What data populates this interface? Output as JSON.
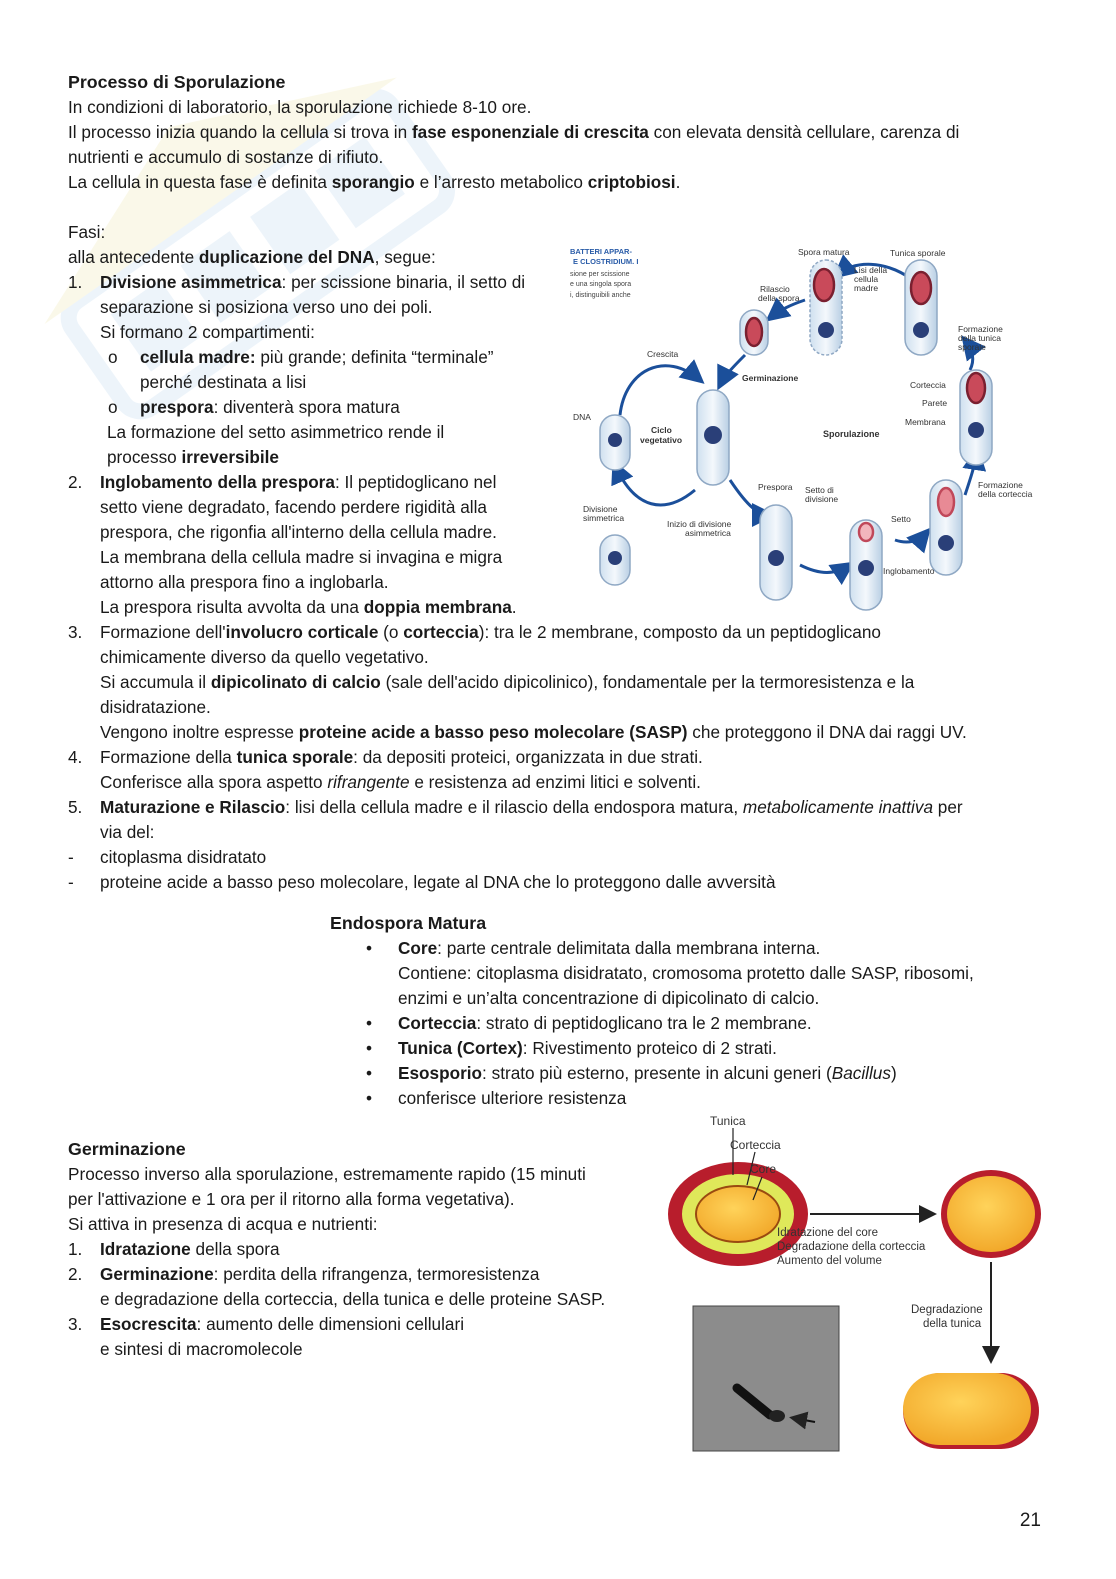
{
  "sporulation": {
    "title": "Processo di Sporulazione",
    "p1": "In condizioni di laboratorio, la sporulazione richiede 8-10 ore.",
    "p2a": "Il processo inizia quando la cellula si trova in ",
    "p2b": "fase esponenziale di crescita",
    "p2c": " con elevata densità cellulare, carenza di",
    "p2d": "nutrienti e accumulo di sostanze di rifiuto.",
    "p3a": "La cellula in questa fase è definita ",
    "p3b": "sporangio",
    "p3c": " e l’arresto metabolico ",
    "p3d": "criptobiosi",
    "p3e": ".",
    "fasi": "Fasi:",
    "p4a": "alla antecedente ",
    "p4b": "duplicazione del DNA",
    "p4c": ", segue:",
    "s1n": "1.",
    "s1a": "Divisione asimmetrica",
    "s1b": ": per scissione binaria, il setto di",
    "s1c": "separazione si posiziona verso uno dei poli.",
    "s1d": "Si formano 2 compartimenti:",
    "s1e_bullet": "o",
    "s1e_a": "cellula madre:",
    "s1e_b": " più grande; definita “terminale”",
    "s1e_c": "perché destinata a lisi",
    "s1f_bullet": "o",
    "s1f_a": "prespora",
    "s1f_b": ": diventerà spora matura",
    "s1g": "La formazione del setto asimmetrico rende il",
    "s1h_a": "processo ",
    "s1h_b": "irreversibile",
    "s2n": "2.",
    "s2a": "Inglobamento della prespora",
    "s2b": ": Il peptidoglicano nel",
    "s2c": "setto viene degradato, facendo perdere rigidità alla",
    "s2d": "prespora, che rigonfia all'interno della cellula madre.",
    "s2e": "La membrana della cellula madre si invagina e migra",
    "s2f": "attorno alla prespora fino a inglobarla.",
    "s2g_a": "La prespora risulta avvolta da una ",
    "s2g_b": "doppia membrana",
    "s2g_c": ".",
    "s3n": "3.",
    "s3a": "Formazione dell'",
    "s3b": "involucro corticale",
    "s3c": " (o ",
    "s3d": "corteccia",
    "s3e": "): tra le 2 membrane, composto da un peptidoglicano",
    "s3f": "chimicamente diverso da quello vegetativo.",
    "s3g_a": "Si accumula il ",
    "s3g_b": "dipicolinato di calcio",
    "s3g_c": " (sale dell'acido dipicolinico), fondamentale per la termoresistenza e la",
    "s3h": "disidratazione.",
    "s3i_a": "Vengono inoltre espresse ",
    "s3i_b": "proteine acide a basso peso molecolare (SASP)",
    "s3i_c": " che proteggono il DNA dai raggi UV.",
    "s4n": "4.",
    "s4a": "Formazione della ",
    "s4b": "tunica sporale",
    "s4c": ": da depositi proteici, organizzata in due strati.",
    "s4d_a": "Conferisce alla spora aspetto ",
    "s4d_b": "rifrangente",
    "s4d_c": " e resistenza ad enzimi litici e solventi.",
    "s5n": "5.",
    "s5a": "Maturazione e Rilascio",
    "s5b": ": lisi della cellula madre e il rilascio della endospora matura, ",
    "s5c": "metabolicamente inattiva",
    "s5d": " per",
    "s5e": "via del:",
    "d1n": "-",
    "d1": "citoplasma disidratato",
    "d2n": "-",
    "d2": "proteine acide a basso peso molecolare, legate al DNA che lo proteggono dalle avversità"
  },
  "endospora": {
    "title": "Endospora Matura",
    "bullet": "•",
    "b1a": "Core",
    "b1b": ": parte centrale delimitata dalla membrana interna.",
    "b1c": "Contiene: citoplasma disidratato, cromosoma protetto dalle SASP, ribosomi,",
    "b1d": "enzimi e un’alta concentrazione di dipicolinato di calcio.",
    "b2a": "Corteccia",
    "b2b": ": strato di peptidoglicano tra le 2 membrane.",
    "b3a": "Tunica (Cortex)",
    "b3b": ": Rivestimento proteico di 2 strati.",
    "b4a": "Esosporio",
    "b4b": ": strato più esterno, presente in alcuni generi (",
    "b4c": "Bacillus",
    "b4d": ")",
    "b5": "conferisce ulteriore resistenza"
  },
  "germinazione": {
    "title": "Germinazione",
    "p1": "Processo inverso alla sporulazione, estremamente rapido (15 minuti",
    "p2": "per l'attivazione e 1 ora per il ritorno alla forma vegetativa).",
    "p3": "Si attiva in presenza di acqua e nutrienti:",
    "s1n": "1.",
    "s1a": "Idratazione",
    "s1b": " della spora",
    "s2n": "2.",
    "s2a": "Germinazione",
    "s2b": ": perdita della rifrangenza, termoresistenza",
    "s2c": "e degradazione della corteccia, della tunica e delle proteine SASP.",
    "s3n": "3.",
    "s3a": "Esocrescita",
    "s3b": ": aumento delle dimensioni cellulari",
    "s3c": "e sintesi di macromolecole"
  },
  "figure1": {
    "inset_title": "BATTERI APPAR-",
    "inset_sub": "E CLOSTRIDIUM. I",
    "inset_l1": "sione per scissione",
    "inset_l2": "e una singola spora",
    "inset_l3": "i, distinguibili anche",
    "spora_matura": "Spora matura",
    "tunica_sporale": "Tunica sporale",
    "lisi1": "Lisi della",
    "lisi2": "cellula",
    "lisi3": "madre",
    "rilascio1": "Rilascio",
    "rilascio2": "della spora",
    "formazione_tunica1": "Formazione",
    "formazione_tunica2": "della tunica",
    "formazione_tunica3": "sporale",
    "crescita": "Crescita",
    "germinazione": "Germinazione",
    "corteccia": "Corteccia",
    "parete": "Parete",
    "membrana": "Membrana",
    "dna": "DNA",
    "ciclo1": "Ciclo",
    "ciclo2": "vegetativo",
    "sporulazione": "Sporulazione",
    "divisione1": "Divisione",
    "divisione2": "simmetrica",
    "prespora": "Prespora",
    "setto_div1": "Setto di",
    "setto_div2": "divisione",
    "formazione_cort1": "Formazione",
    "formazione_cort2": "della corteccia",
    "inizio1": "Inizio di divisione",
    "inizio2": "asimmetrica",
    "setto": "Setto",
    "inglobamento": "Inglobamento"
  },
  "figure2": {
    "tunica": "Tunica",
    "corteccia": "Corteccia",
    "core": "Core",
    "idr1": "Idratazione del core",
    "idr2": "Degradazione della corteccia",
    "idr3": "Aumento del volume",
    "degr1": "Degradazione",
    "degr2": "della tunica"
  },
  "page_number": "21"
}
